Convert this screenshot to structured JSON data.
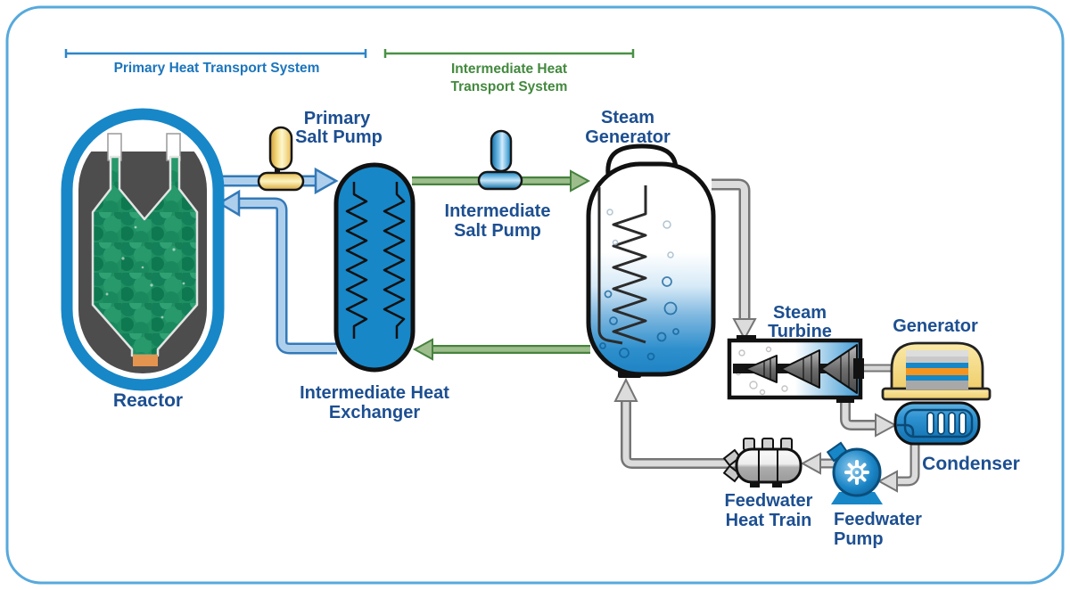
{
  "brackets": {
    "primary": {
      "label": "Primary Heat Transport System"
    },
    "intermediate": {
      "label_line1": "Intermediate Heat",
      "label_line2": "Transport System"
    }
  },
  "components": {
    "reactor": {
      "label": "Reactor"
    },
    "primary_salt_pump": {
      "label_line1": "Primary",
      "label_line2": "Salt Pump"
    },
    "intermediate_heat_exchanger": {
      "label_line1": "Intermediate Heat",
      "label_line2": "Exchanger"
    },
    "intermediate_salt_pump": {
      "label_line1": "Intermediate",
      "label_line2": "Salt Pump"
    },
    "steam_generator": {
      "label_line1": "Steam",
      "label_line2": "Generator"
    },
    "steam_turbine": {
      "label_line1": "Steam",
      "label_line2": "Turbine"
    },
    "generator": {
      "label": "Generator"
    },
    "condenser": {
      "label": "Condenser"
    },
    "feedwater_heat_train": {
      "label_line1": "Feedwater",
      "label_line2": "Heat Train"
    },
    "feedwater_pump": {
      "label_line1": "Feedwater",
      "label_line2": "Pump"
    }
  },
  "colors": {
    "border_blue": "#57A9DC",
    "bracket_primary_blue": "#2E86C8",
    "bracket_green": "#4A9147",
    "label_navy": "#1D4F91",
    "vessel_blue": "#1787C8",
    "reactor_interior_gray": "#4D4D4D",
    "pebble_green": "#1F8F62",
    "outlet_orange": "#E3954F",
    "pump_gold": "#F2CE68",
    "generator_gold": "#F2D579",
    "generator_stripe_orange": "#F5941E",
    "pipe_blue_fill": "#AECFEC",
    "pipe_blue_edge": "#3379B8",
    "pipe_green_fill": "#9DBE8C",
    "pipe_green_edge": "#47823F",
    "pipe_gray_fill": "#DCDCDC",
    "pipe_gray_edge": "#757575"
  }
}
